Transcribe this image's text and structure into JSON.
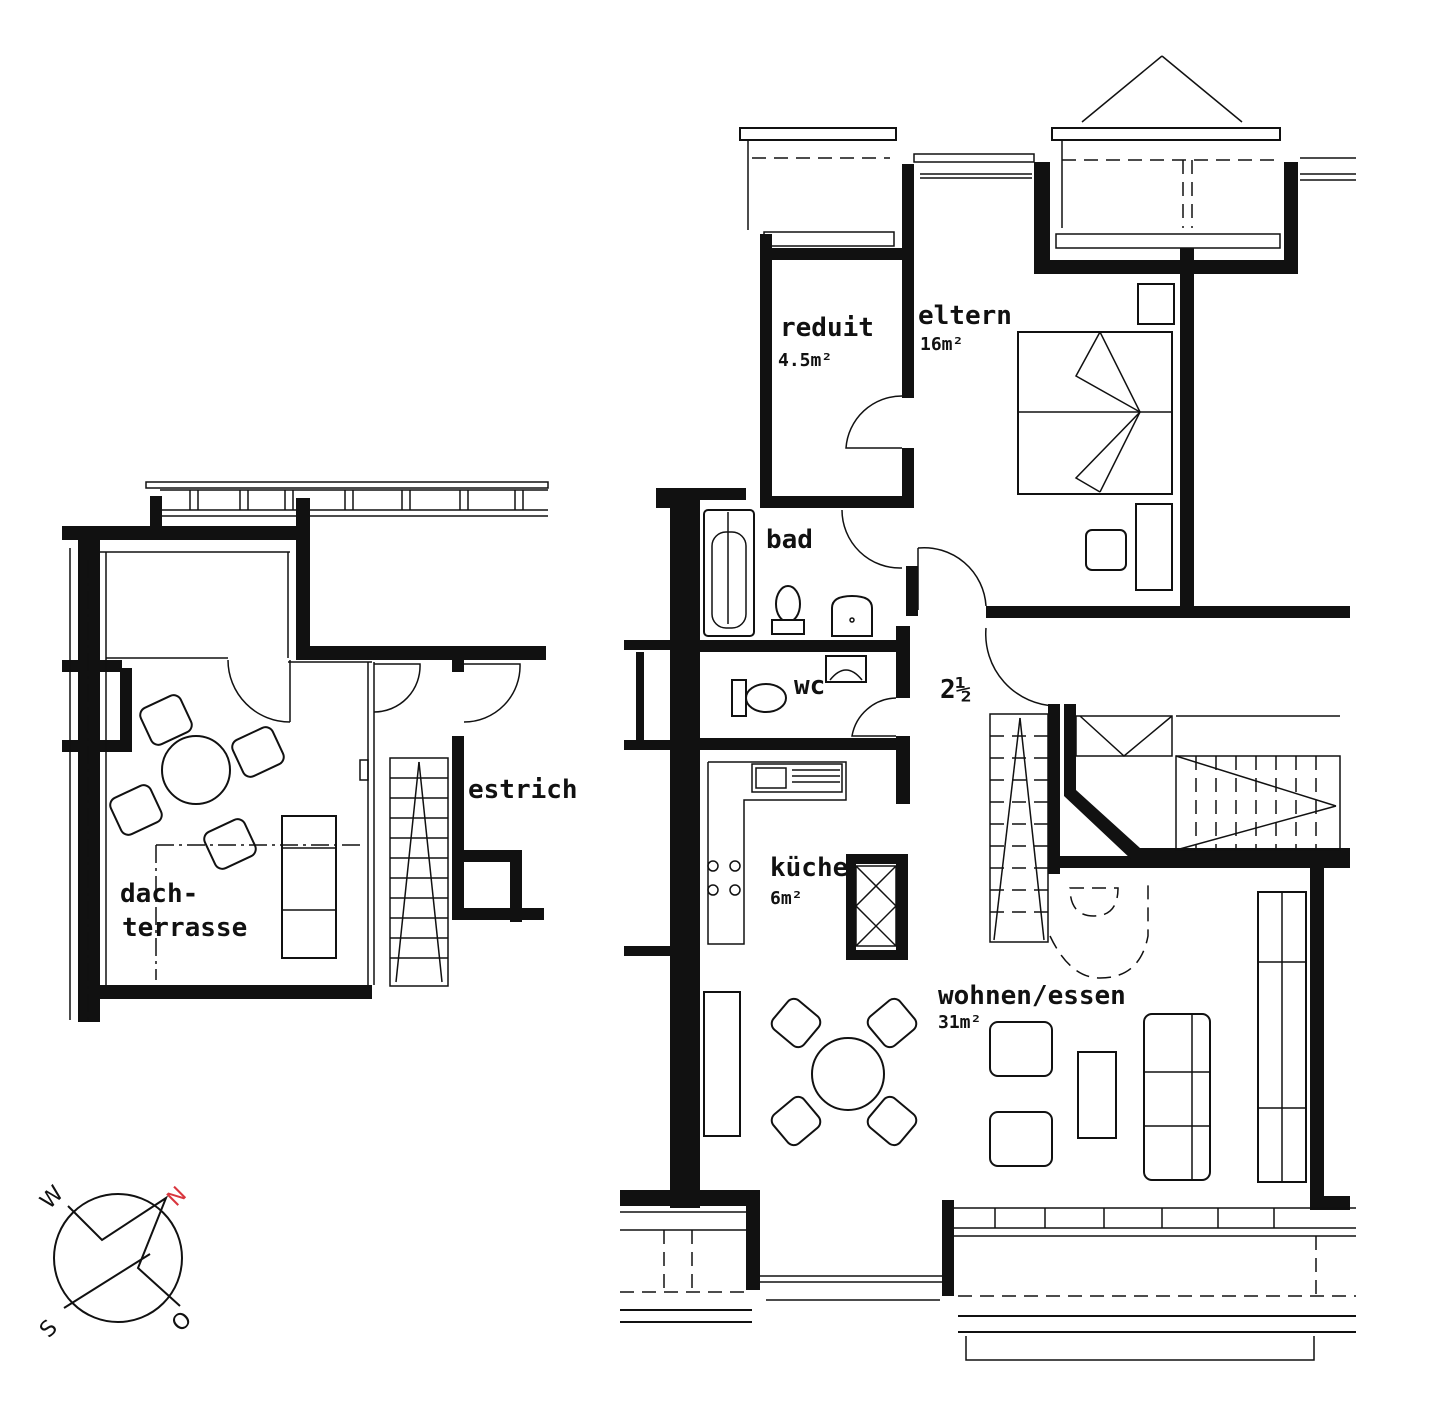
{
  "plan": {
    "type": "floor-plan",
    "unit_type": "2½",
    "rooms": [
      {
        "id": "reduit",
        "name": "reduit",
        "area": "4.5m²"
      },
      {
        "id": "eltern",
        "name": "eltern",
        "area": "16m²"
      },
      {
        "id": "bad",
        "name": "bad",
        "area": ""
      },
      {
        "id": "wc",
        "name": "wc",
        "area": ""
      },
      {
        "id": "kueche",
        "name": "küche",
        "area": "6m²"
      },
      {
        "id": "wohnen-essen",
        "name": "wohnen/essen",
        "area": "31m²"
      },
      {
        "id": "dachterrasse",
        "name_line1": "dach-",
        "name_line2": "terrasse",
        "area": ""
      },
      {
        "id": "estrich",
        "name": "estrich",
        "area": ""
      }
    ],
    "apartment_size_label": "2½"
  },
  "compass": {
    "north": "N",
    "west": "W",
    "south": "S",
    "east": "O",
    "north_color": "#d9363e"
  }
}
